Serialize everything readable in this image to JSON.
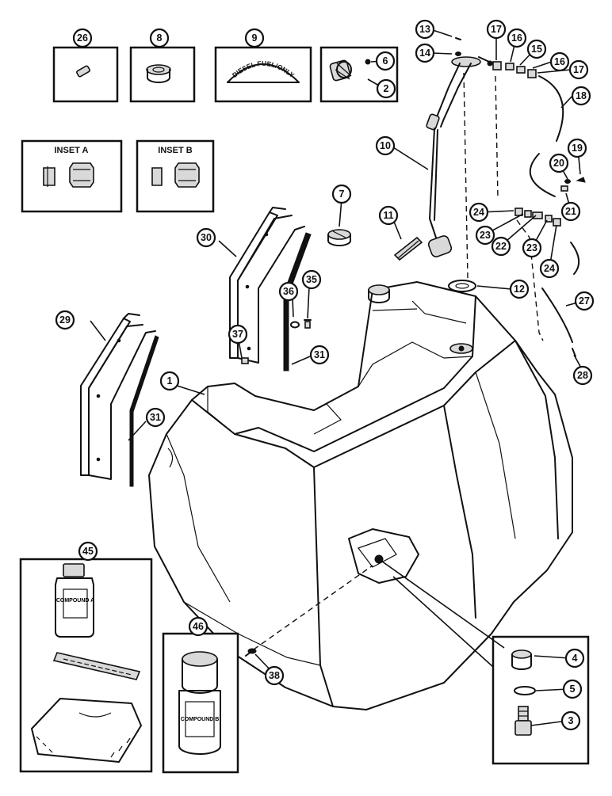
{
  "insets": {
    "a": "INSET A",
    "b": "INSET B"
  },
  "decal_text": "DIESEL FUEL/ONLY",
  "bottle_label": "COMPOUND A",
  "tube_label": "COMPOUND B",
  "callouts": [
    "1",
    "2",
    "3",
    "4",
    "5",
    "6",
    "7",
    "8",
    "9",
    "10",
    "11",
    "12",
    "13",
    "14",
    "15",
    "16",
    "16",
    "17",
    "17",
    "18",
    "19",
    "20",
    "21",
    "22",
    "23",
    "23",
    "24",
    "24",
    "26",
    "27",
    "28",
    "29",
    "30",
    "31",
    "31",
    "35",
    "36",
    "37",
    "38",
    "45",
    "46"
  ]
}
